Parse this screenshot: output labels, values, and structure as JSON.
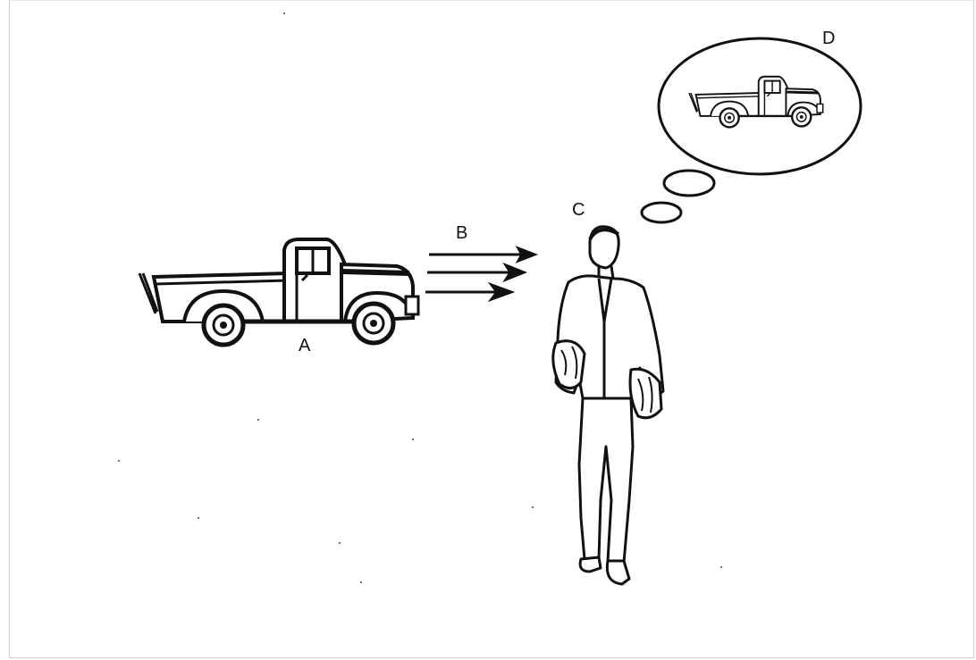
{
  "labels": {
    "truck": "A",
    "light_rays": "B",
    "person": "C",
    "thought": "D"
  },
  "colors": {
    "ink": "#111111",
    "background": "#ffffff",
    "frame": "#cfcfcf"
  }
}
